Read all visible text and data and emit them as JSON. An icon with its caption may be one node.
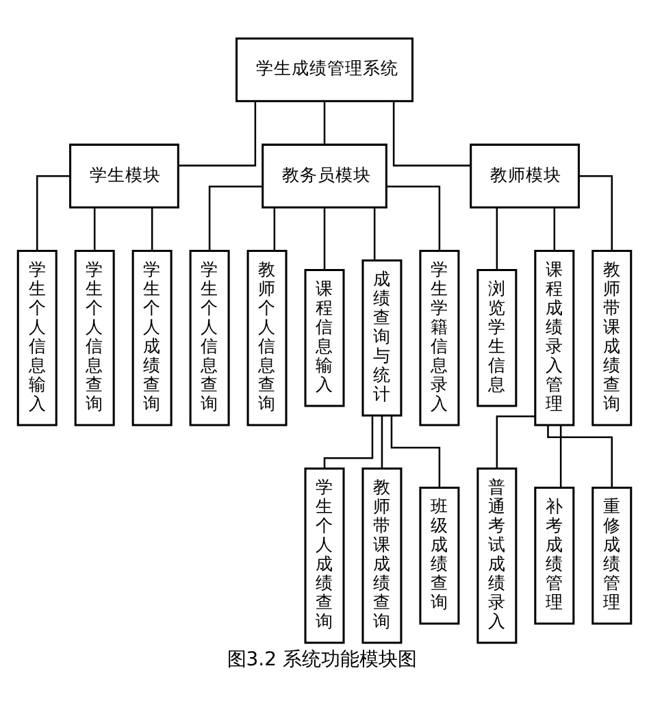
{
  "diagram": {
    "caption": "图3.2 系统功能模块图",
    "nodes": [
      {
        "text": [
          "学生成绩管理系统"
        ]
      },
      {
        "text": [
          "学生模块"
        ]
      },
      {
        "text": [
          "教务员模块"
        ]
      },
      {
        "text": [
          "教师模块"
        ]
      },
      {
        "text": [
          "学生个人信息输入"
        ]
      },
      {
        "text": [
          "学生个人信息查询"
        ]
      },
      {
        "text": [
          "学生个人成绩查询"
        ]
      },
      {
        "text": [
          "学生个人信息查询"
        ]
      },
      {
        "text": [
          "教师个人信息查询"
        ]
      },
      {
        "text": [
          "课程信息输入"
        ]
      },
      {
        "text": [
          "成绩查询与统计"
        ]
      },
      {
        "text": [
          "学生学籍信息录入"
        ]
      },
      {
        "text": [
          "浏览学生信息"
        ]
      },
      {
        "text": [
          "课程成绩录入管理"
        ]
      },
      {
        "text": [
          "教师带课成绩查询"
        ]
      },
      {
        "text": [
          "学生个人成绩查询"
        ]
      },
      {
        "text": [
          "教师带课成绩查询"
        ]
      },
      {
        "text": [
          "班级成绩查询"
        ]
      },
      {
        "text": [
          "普通考试成绩录入"
        ]
      },
      {
        "text": [
          "补考成绩管理"
        ]
      },
      {
        "text": [
          "重修成绩管理"
        ]
      }
    ],
    "edges": [
      {
        "from": 0,
        "to": 1,
        "arrow": "none"
      },
      {
        "from": 0,
        "to": 2,
        "arrow": "none"
      },
      {
        "from": 0,
        "to": 3,
        "arrow": "none"
      },
      {
        "from": 1,
        "to": 4,
        "arrow": "none"
      },
      {
        "from": 1,
        "to": 5,
        "arrow": "none"
      },
      {
        "from": 1,
        "to": 6,
        "arrow": "none"
      },
      {
        "from": 2,
        "to": 7,
        "arrow": "none"
      },
      {
        "from": 2,
        "to": 8,
        "arrow": "none"
      },
      {
        "from": 2,
        "to": 9,
        "arrow": "none"
      },
      {
        "from": 2,
        "to": 10,
        "arrow": "none"
      },
      {
        "from": 2,
        "to": 11,
        "arrow": "none"
      },
      {
        "from": 3,
        "to": 12,
        "arrow": "none"
      },
      {
        "from": 3,
        "to": 13,
        "arrow": "none"
      },
      {
        "from": 3,
        "to": 14,
        "arrow": "none"
      },
      {
        "from": 10,
        "to": 15,
        "arrow": "none"
      },
      {
        "from": 10,
        "to": 16,
        "arrow": "none"
      },
      {
        "from": 10,
        "to": 17,
        "arrow": "none"
      },
      {
        "from": 13,
        "to": 18,
        "arrow": "none"
      },
      {
        "from": 13,
        "to": 19,
        "arrow": "none"
      },
      {
        "from": 13,
        "to": 20,
        "arrow": "none"
      }
    ]
  }
}
